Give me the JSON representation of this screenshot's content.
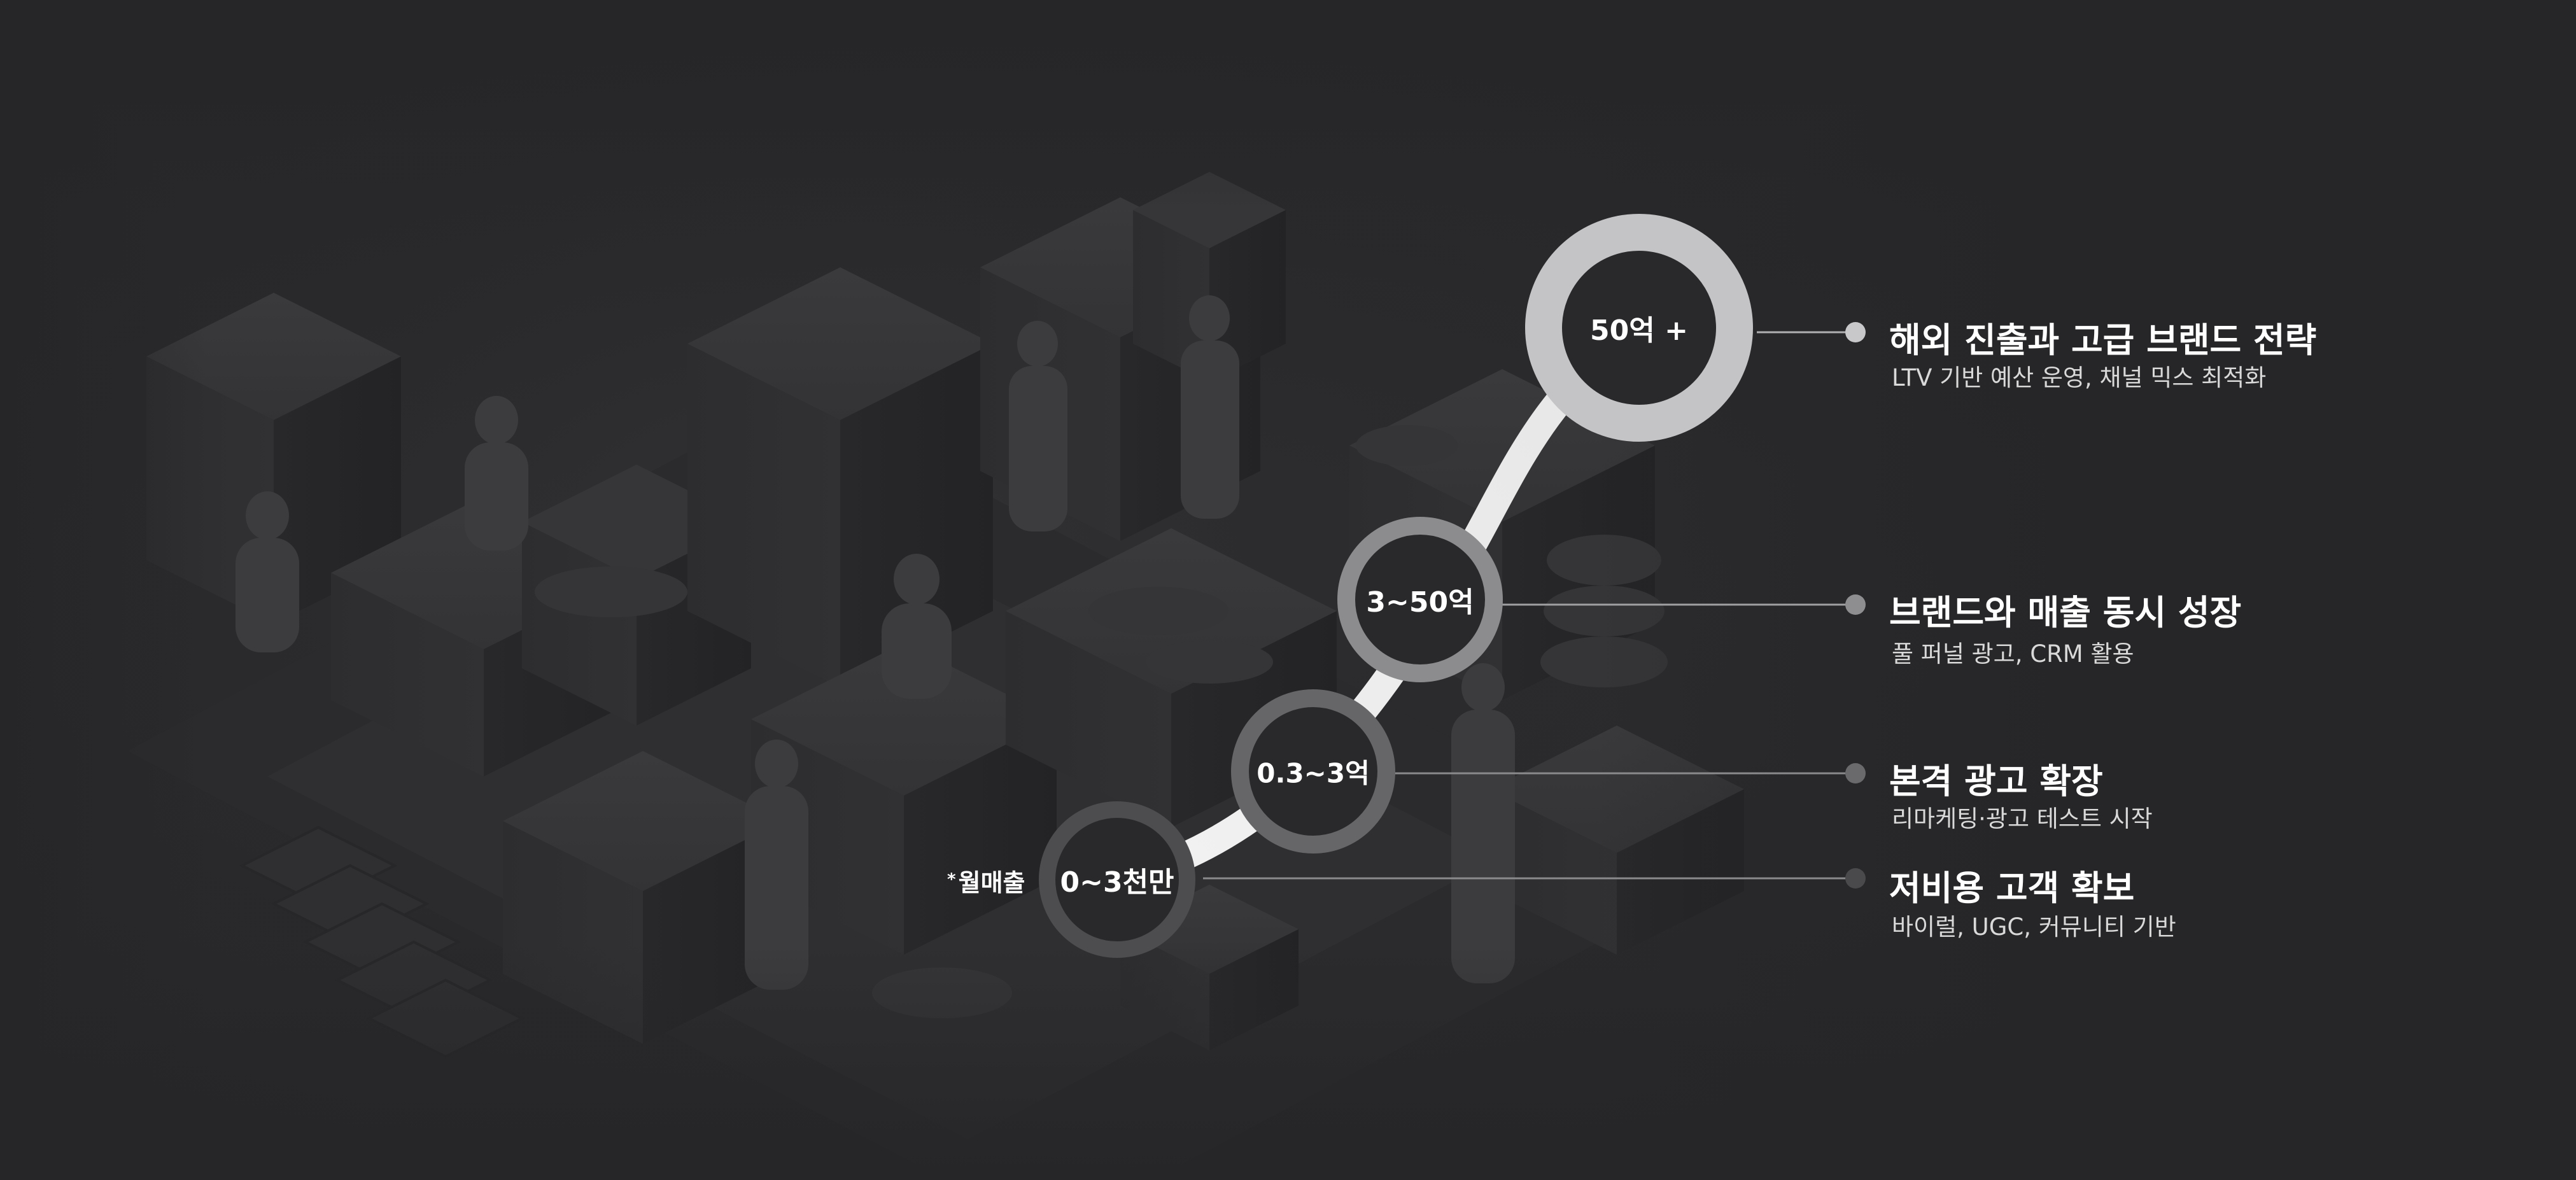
{
  "monthly_revenue_note": {
    "marker": "*",
    "label": "월매출"
  },
  "stages": [
    {
      "revenue": "0~3천만",
      "title": "저비용 고객 확보",
      "description": "바이럴, UGC, 커뮤니티 기반",
      "ring_color": "#4d4d50",
      "dot_color": "#4a4a4c"
    },
    {
      "revenue": "0.3~3억",
      "title": "본격 광고 확장",
      "description": "리마케팅·광고 테스트 시작",
      "ring_color": "#666668",
      "dot_color": "#6a6a6c"
    },
    {
      "revenue": "3~50억",
      "title": "브랜드와 매출 동시 성장",
      "description": "풀 퍼널 광고, CRM 활용",
      "ring_color": "#8c8c8e",
      "dot_color": "#8e8e90"
    },
    {
      "revenue": "50억 +",
      "title": "해외 진출과 고급 브랜드 전략",
      "description": "LTV 기반 예산 운영, 채널 믹스 최적화",
      "ring_color": "#c4c4c6",
      "dot_color": "#c8c8ca"
    }
  ]
}
